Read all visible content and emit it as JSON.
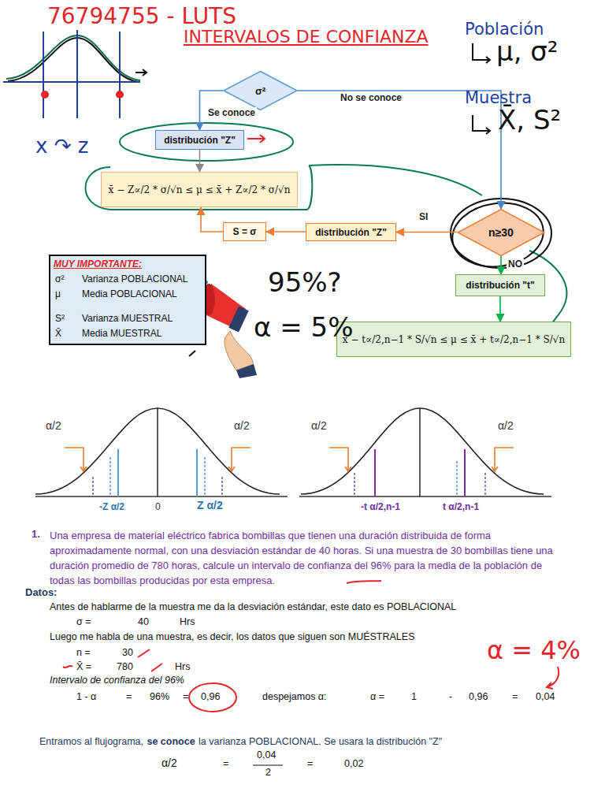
{
  "diagram": {
    "title": "INTERVALOS DE CONFIANZA",
    "nodes": [
      {
        "text": [
          "σ²"
        ]
      },
      {
        "text": [
          "distribución \"Z\""
        ]
      },
      {
        "text": [
          "x̄ − Z∝/2 * σ/√n ≤ μ ≤ x̄ + Z∝/2 * σ/√n"
        ]
      },
      {
        "text": [
          "S = σ"
        ]
      },
      {
        "text": [
          "distribución \"Z\""
        ]
      },
      {
        "text": [
          "n≥30"
        ]
      },
      {
        "text": [
          "distribución \"t\""
        ]
      },
      {
        "text": [
          "x̄ − t∝/2,n−1 * S/√n ≤ μ ≤ x̄ + t∝/2,n−1 * S/√n"
        ]
      },
      {
        "text": [
          "MUY IMPORTANTE:",
          "σ²",
          "Varianza POBLACIONAL",
          "μ",
          "Media POBLACIONAL",
          "S²",
          "Varianza MUESTRAL",
          "X̄",
          "Media MUESTRAL"
        ]
      }
    ],
    "edges": [
      {
        "from": 0,
        "to": 1,
        "label": "Se conoce",
        "arrow": "to"
      },
      {
        "from": 0,
        "to": 5,
        "label": "No se conoce",
        "arrow": "to"
      },
      {
        "from": 1,
        "to": 2,
        "arrow": "to"
      },
      {
        "from": 5,
        "to": 4,
        "label": "SI",
        "arrow": "to"
      },
      {
        "from": 4,
        "to": 3,
        "arrow": "to"
      },
      {
        "from": 3,
        "to": 2,
        "arrow": "to"
      },
      {
        "from": 5,
        "to": 6,
        "label": "NO",
        "arrow": "to"
      },
      {
        "from": 6,
        "to": 7,
        "arrow": "to"
      }
    ],
    "labels": [
      "76794755 - LUTS",
      "Población",
      "μ, σ²",
      "Muestra",
      "X̄, S²",
      "x ↷ z",
      "95%?",
      "α = 5%",
      "α/2",
      "α/2",
      "-Z α/2",
      "0",
      "Z α/2",
      "α/2",
      "α/2",
      "-t α/2,n-1",
      "t α/2,n-1",
      "1.",
      "Una empresa de material eléctrico fabrica bombillas que tienen una duración distribuida de forma aproximadamente normal, con una desviación estándar de 40 horas. Si una muestra de 30 bombillas tiene una duración promedio de 780 horas, calcule un intervalo de confianza del 96% para la media de la población de todas las bombillas producidas por esta empresa.",
      "Datos:",
      "Antes de hablarme de la muestra me da la desviación estándar, este dato es POBLACIONAL",
      "σ =",
      "40",
      "Hrs",
      "Luego me habla de una muestra, es decir, los datos que siguen son MUÉSTRALES",
      "n =",
      "30",
      "X̄ =",
      "780",
      "Hrs",
      "Intervalo de confianza del 96%",
      "1 - α",
      "=",
      "96%",
      "=",
      "0,96",
      "despejamos α:",
      "α =",
      "1",
      "-",
      "0,96",
      "=",
      "0,04",
      "α = 4%",
      "Entramos al flujograma,",
      "se conoce",
      "la varianza POBLACIONAL. Se usara la distribución \"Z\"",
      "α/2",
      "=",
      "0,04",
      "2",
      "=",
      "0,02"
    ]
  }
}
